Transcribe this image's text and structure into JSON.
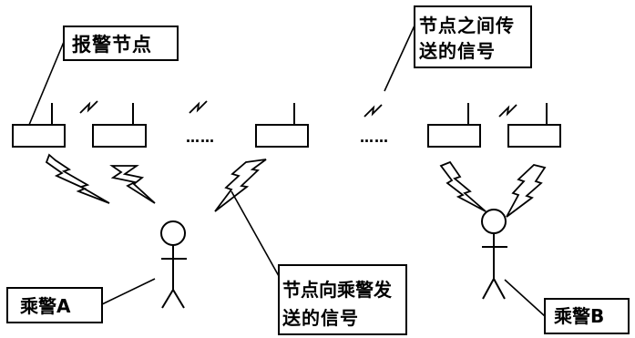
{
  "labels": {
    "alarm_node": "报警节点",
    "inter_node_line1": "节点之间传",
    "inter_node_line2": "送的信号",
    "node_to_guard_line1": "节点向乘警发",
    "node_to_guard_line2": "送的信号",
    "guard_a": "乘警A",
    "guard_b": "乘警B"
  },
  "ellipsis": "……",
  "colors": {
    "ink": "#000000",
    "background": "#ffffff"
  }
}
